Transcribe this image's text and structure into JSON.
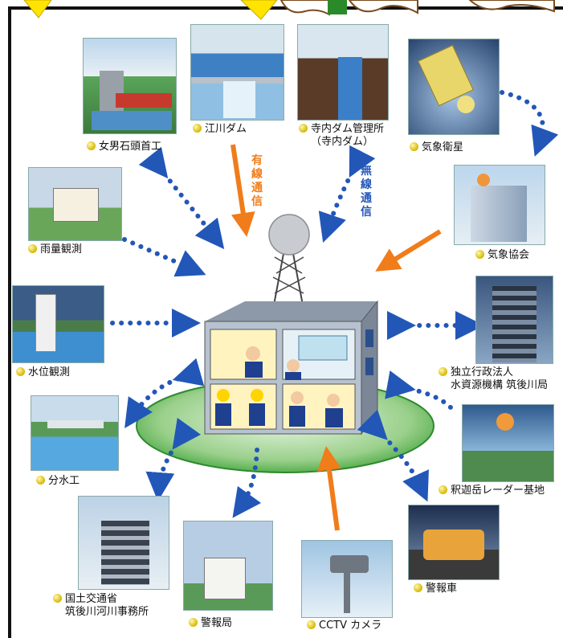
{
  "nodes": {
    "megoishi": {
      "label": "女男石頭首工"
    },
    "egawa_dam": {
      "label": "江川ダム"
    },
    "terauchi": {
      "line1": "寺内ダム管理所",
      "line2": "（寺内ダム）"
    },
    "satellite": {
      "label": "気象衛星"
    },
    "rain": {
      "label": "雨量観測"
    },
    "weather_assoc": {
      "label": "気象協会"
    },
    "water_level": {
      "label": "水位観測"
    },
    "agency": {
      "line1": "独立行政法人",
      "line2": "水資源機構  筑後川局"
    },
    "bunsui": {
      "label": "分水工"
    },
    "radar": {
      "label": "釈迦岳レーダー基地"
    },
    "mlit": {
      "line1": "国土交通省",
      "line2": "筑後川河川事務所"
    },
    "alarm_station": {
      "label": "警報局"
    },
    "cctv": {
      "label": "CCTV カメラ"
    },
    "alarm_car": {
      "label": "警報車"
    }
  },
  "comm": {
    "wired": "有線通信",
    "wireless": "無線通信"
  },
  "colors": {
    "blue_arrow": "#2257b8",
    "orange_arrow": "#f07c1a",
    "ellipse": "#58b84a",
    "label_dot": "#d6b800"
  }
}
